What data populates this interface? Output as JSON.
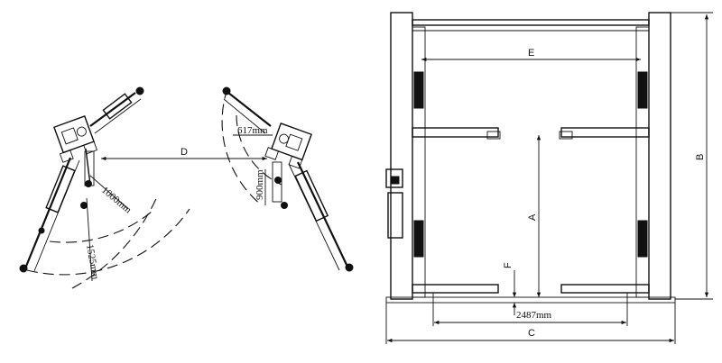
{
  "labels": {
    "top_width": "E",
    "arm_distance": "D",
    "total_height": "B",
    "lift_height": "A",
    "min_height": "F",
    "drive_through": "2487mm",
    "base_width": "C"
  },
  "arm_swing": {
    "short_arm": "617mm",
    "short_arm_inner": "900mm",
    "long_arm_inner": "1000mm",
    "long_arm": "1525mm"
  }
}
